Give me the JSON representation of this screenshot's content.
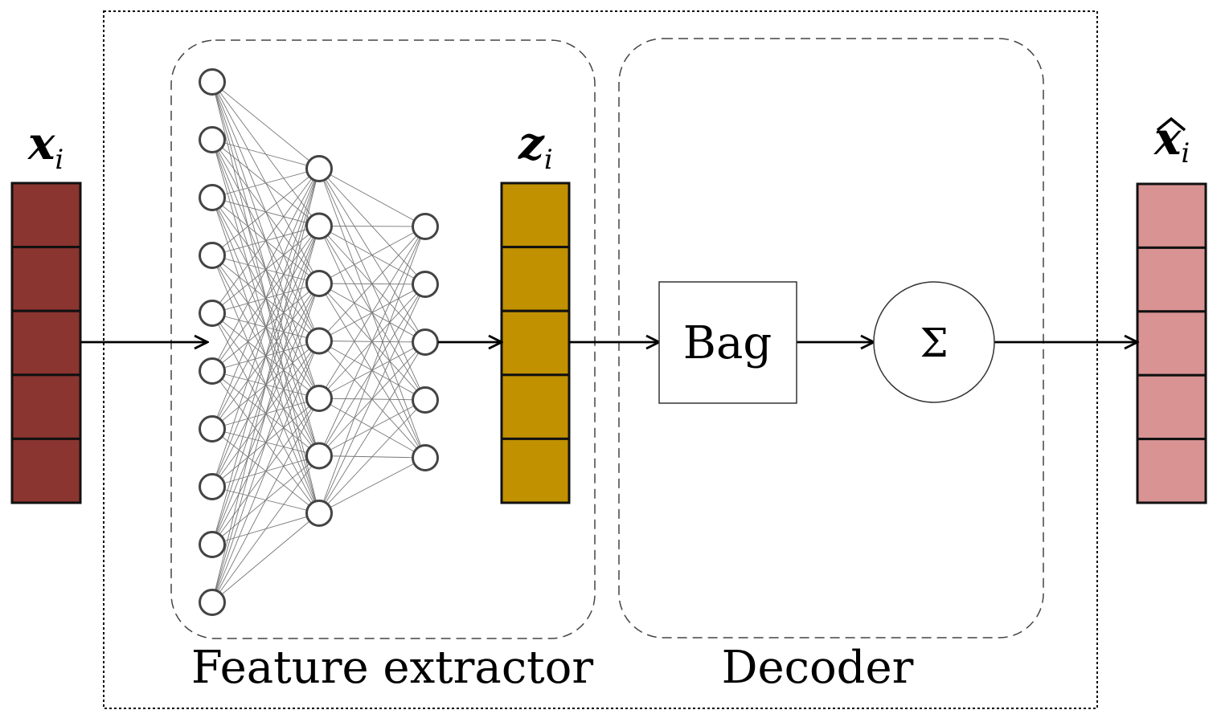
{
  "labels": {
    "input": {
      "symbol": "x",
      "subscript": "i"
    },
    "latent": {
      "symbol": "z",
      "subscript": "i"
    },
    "output": {
      "symbol": "x",
      "subscript": "i",
      "hat": true
    },
    "feature_extractor": "Feature extractor",
    "decoder": "Decoder",
    "bag": "Bag",
    "sum": "Σ"
  },
  "vectors": {
    "input": {
      "cells": 5,
      "fill": "#8B3530"
    },
    "latent": {
      "cells": 5,
      "fill": "#C19100"
    },
    "output": {
      "cells": 5,
      "fill": "#D99393"
    }
  },
  "network": {
    "layers": [
      10,
      7,
      5
    ]
  }
}
